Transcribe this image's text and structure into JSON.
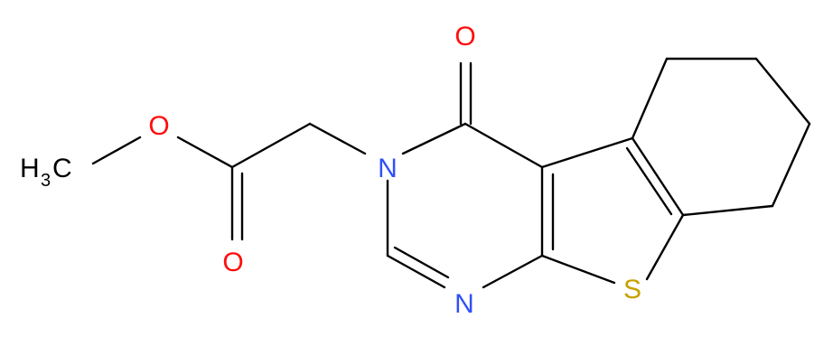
{
  "molecule": {
    "atoms": {
      "carbonyl_o_top": {
        "text": "O",
        "color": "#ff0d0d"
      },
      "ester_o": {
        "text": "O",
        "color": "#ff0d0d"
      },
      "carbonyl_o_ester": {
        "text": "O",
        "color": "#ff0d0d"
      },
      "ring_n3": {
        "text": "N",
        "color": "#3050f8"
      },
      "ring_n1": {
        "text": "N",
        "color": "#3050f8"
      },
      "ring_s": {
        "text": "S",
        "color": "#c8a000"
      },
      "methyl": {
        "main": "H",
        "sub": "3",
        "tail": "C",
        "color": "#000000"
      }
    },
    "bond_color": "#000000"
  }
}
